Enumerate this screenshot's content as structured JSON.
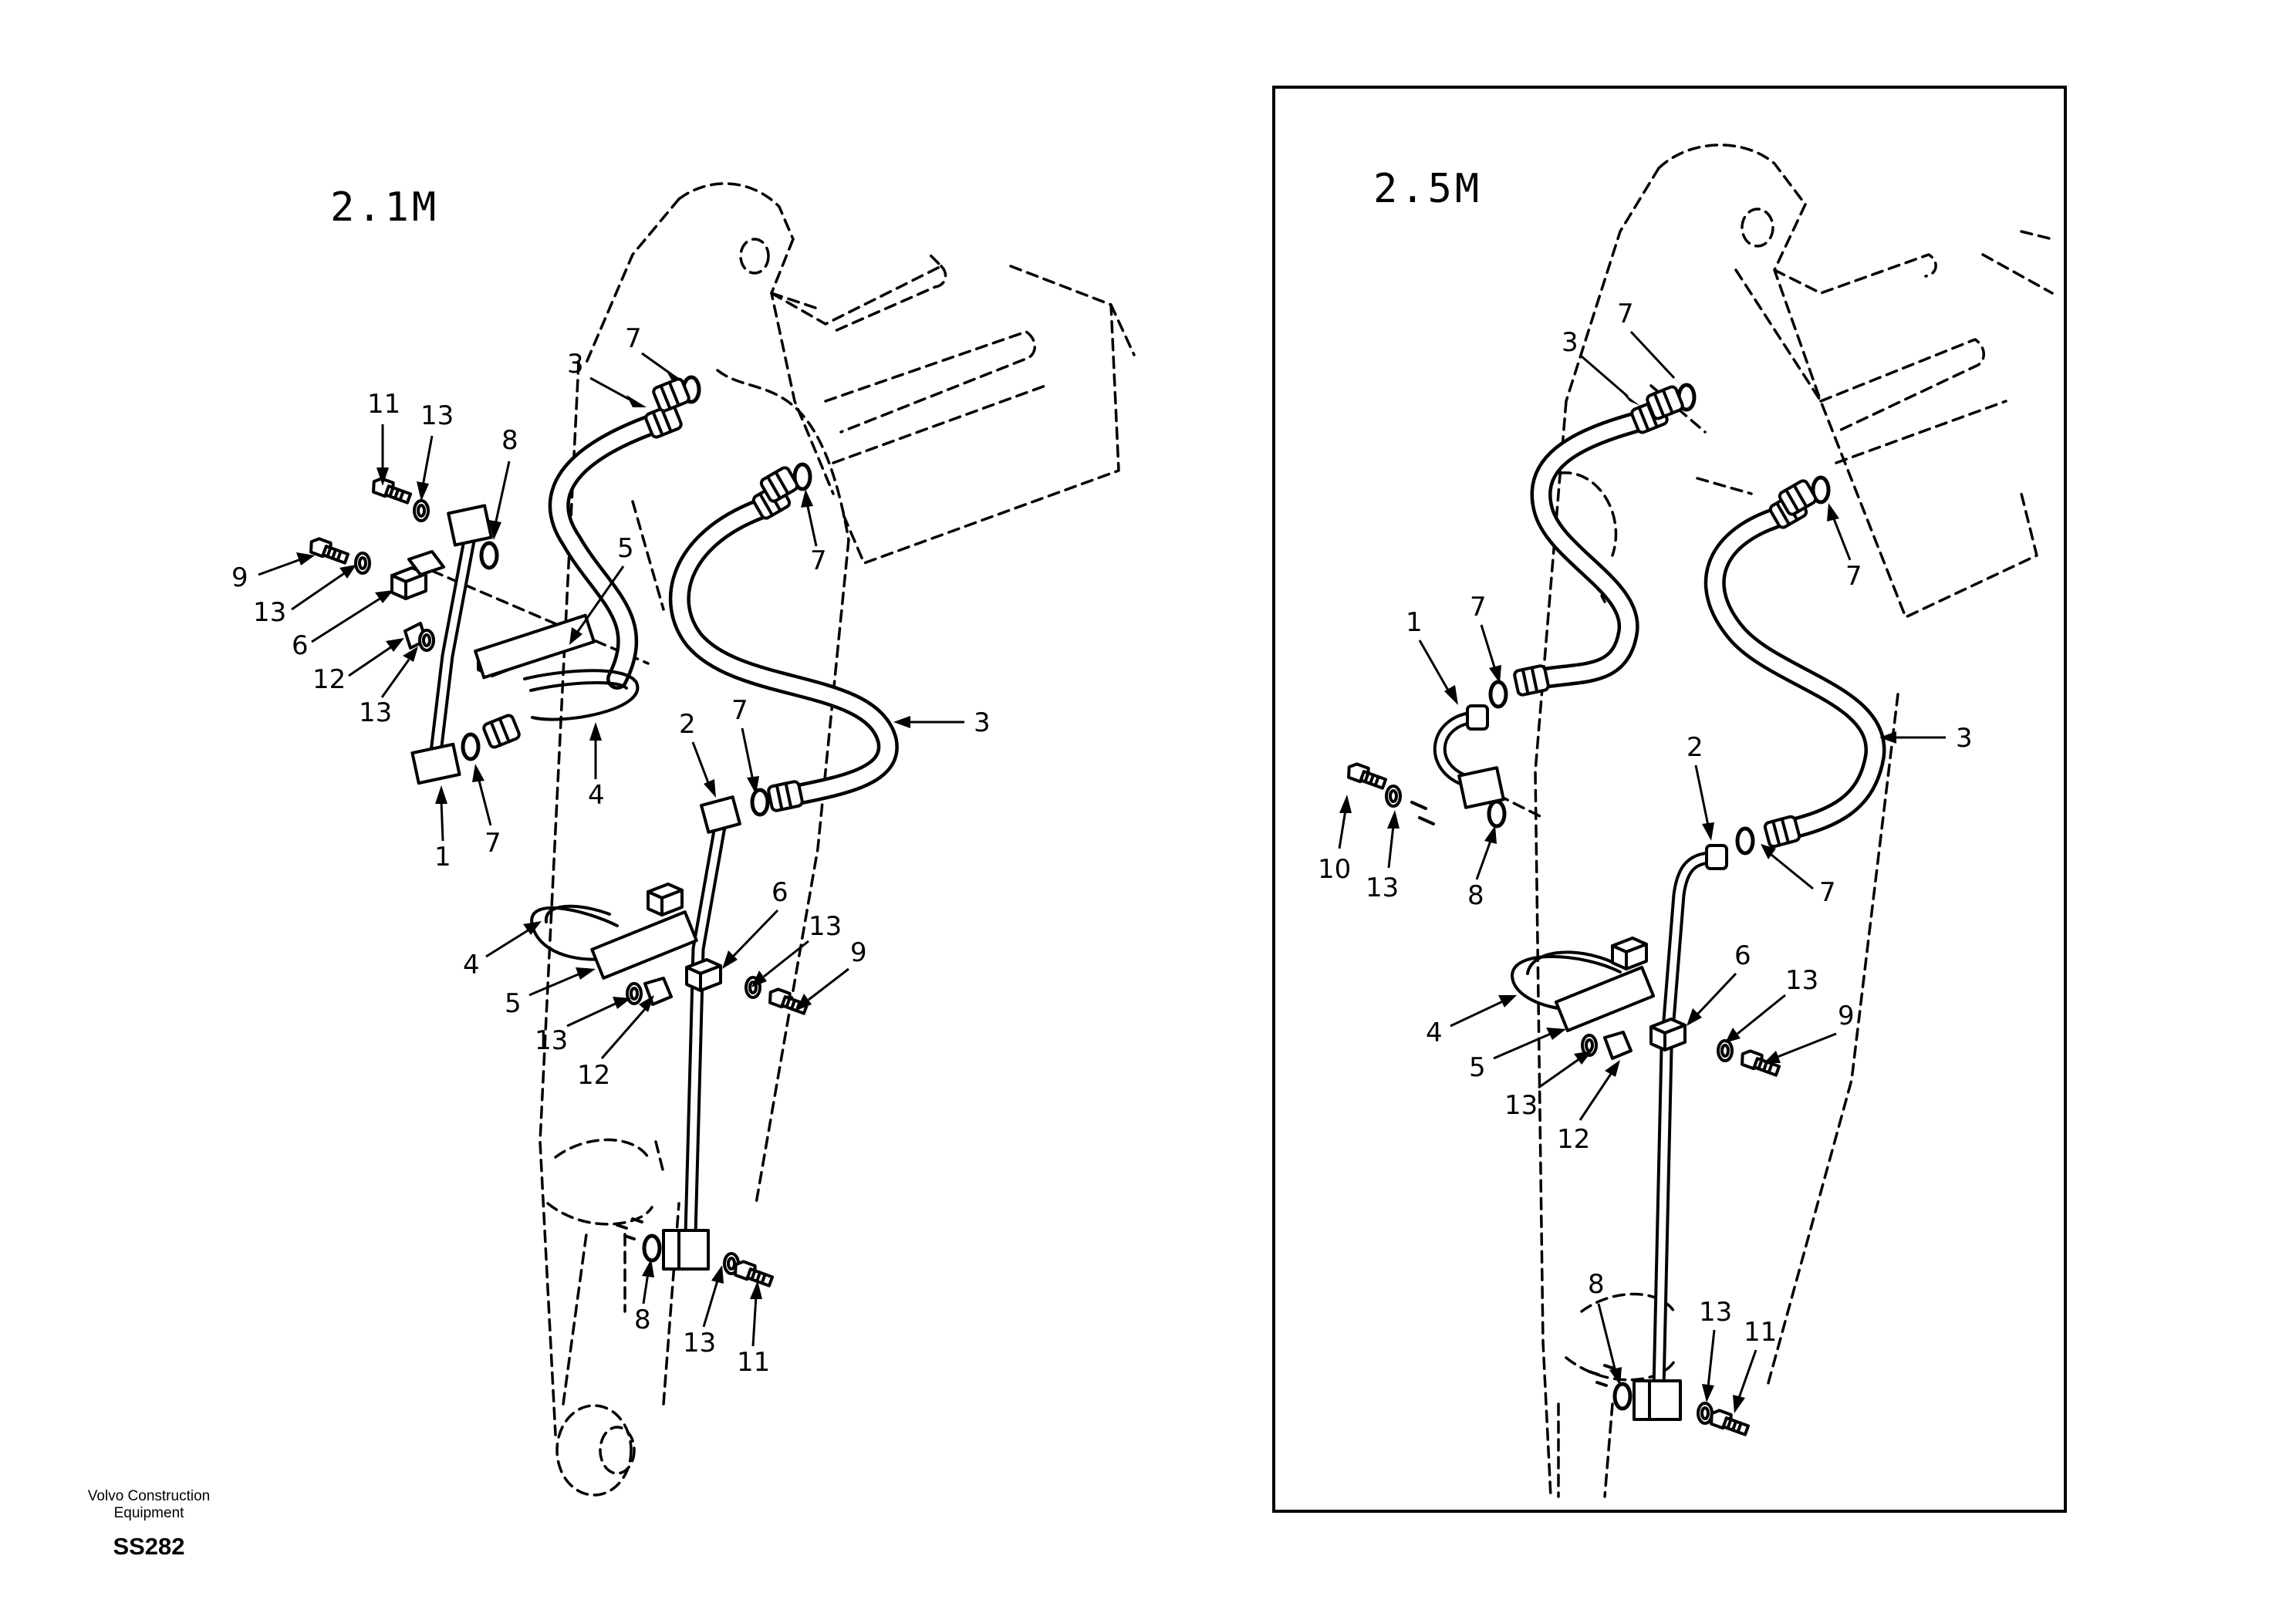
{
  "variants": {
    "left": "2.1M",
    "right": "2.5M"
  },
  "brand": {
    "line1": "Volvo Construction",
    "line2": "Equipment"
  },
  "reference": "SS282",
  "callouts_left": [
    "1",
    "2",
    "3",
    "3",
    "4",
    "4",
    "5",
    "5",
    "6",
    "6",
    "7",
    "7",
    "7",
    "7",
    "8",
    "8",
    "9",
    "9",
    "11",
    "11",
    "12",
    "12",
    "13",
    "13",
    "13",
    "13",
    "13",
    "13"
  ],
  "callouts_right": [
    "1",
    "2",
    "3",
    "3",
    "4",
    "5",
    "6",
    "7",
    "7",
    "7",
    "7",
    "8",
    "8",
    "9",
    "10",
    "11",
    "12",
    "13",
    "13",
    "13",
    "13"
  ]
}
